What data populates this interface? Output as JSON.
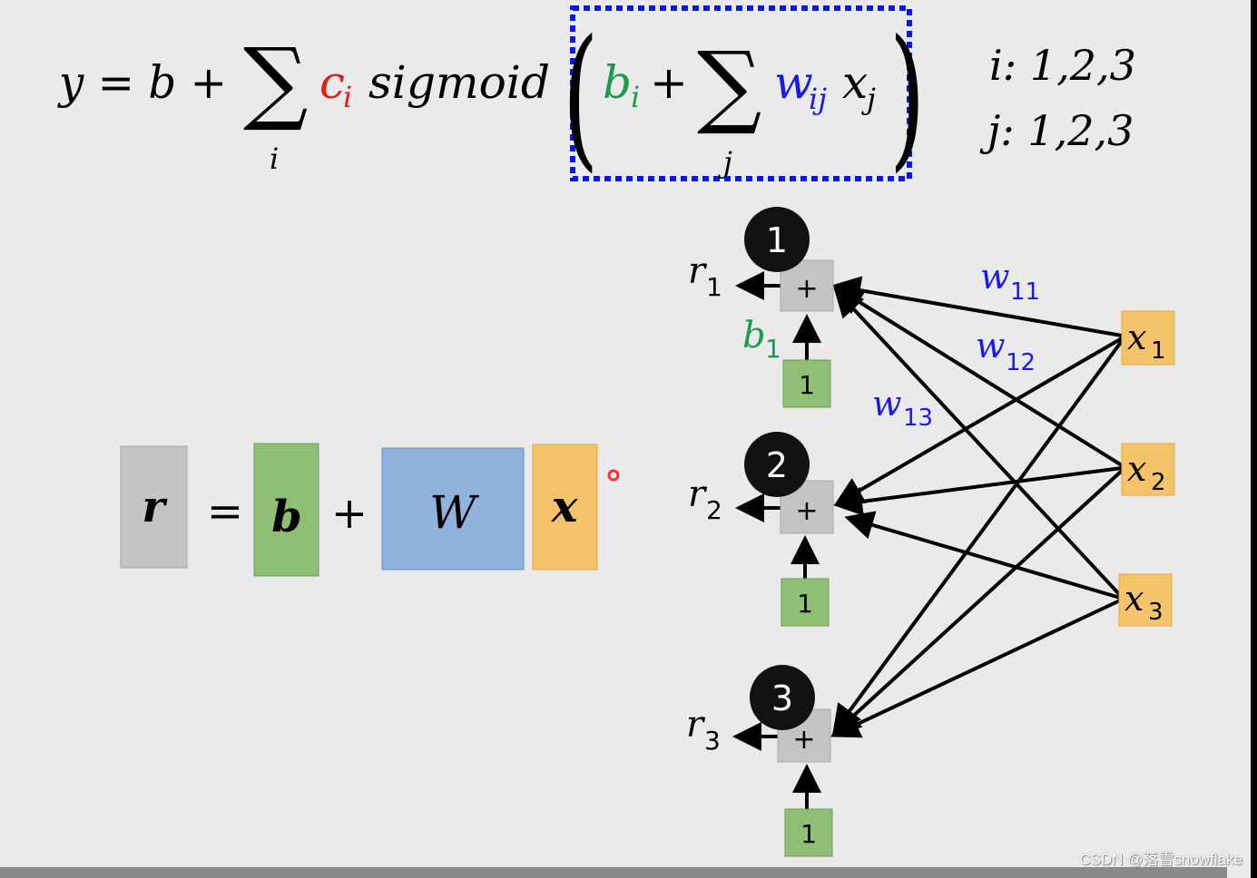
{
  "colors": {
    "background": "#eaeaea",
    "red": "#e02020",
    "green": "#1e9a4e",
    "blue": "#1a1aee",
    "gray_box": "#c4c4c4",
    "green_box": "#8fbf75",
    "blue_box": "#8fb3dc",
    "orange_box": "#f5c46a",
    "dotted_frame": "#0a1ae6"
  },
  "formula": {
    "lhs": "y = b +",
    "sum1": "∑",
    "sum1_index": "i",
    "c": "c",
    "c_sub": "i",
    "sigmoid": "sigmoid",
    "open_paren": "(",
    "b": "b",
    "b_sub": "i",
    "plus": "+",
    "sum2": "∑",
    "sum2_index": "j",
    "w": "w",
    "w_sub": "ij",
    "x": "x",
    "x_sub": "j",
    "close_paren": ")"
  },
  "ranges": {
    "i": "i: 1,2,3",
    "j": "j: 1,2,3"
  },
  "matrix_eq": {
    "r": "r",
    "eq": "=",
    "b": "b",
    "plus": "+",
    "W": "W",
    "x": "x"
  },
  "network": {
    "neurons": [
      {
        "badge": "1",
        "plus": "+",
        "out": "r",
        "out_sub": "1",
        "bias_input": "1"
      },
      {
        "badge": "2",
        "plus": "+",
        "out": "r",
        "out_sub": "2",
        "bias_input": "1"
      },
      {
        "badge": "3",
        "plus": "+",
        "out": "r",
        "out_sub": "3",
        "bias_input": "1"
      }
    ],
    "bias_label": {
      "b": "b",
      "sub": "1"
    },
    "inputs": [
      {
        "x": "x",
        "sub": "1"
      },
      {
        "x": "x",
        "sub": "2"
      },
      {
        "x": "x",
        "sub": "3"
      }
    ],
    "weights": [
      {
        "w": "w",
        "sub": "11"
      },
      {
        "w": "w",
        "sub": "12"
      },
      {
        "w": "w",
        "sub": "13"
      }
    ]
  },
  "watermark": "CSDN @落雪snowflake"
}
